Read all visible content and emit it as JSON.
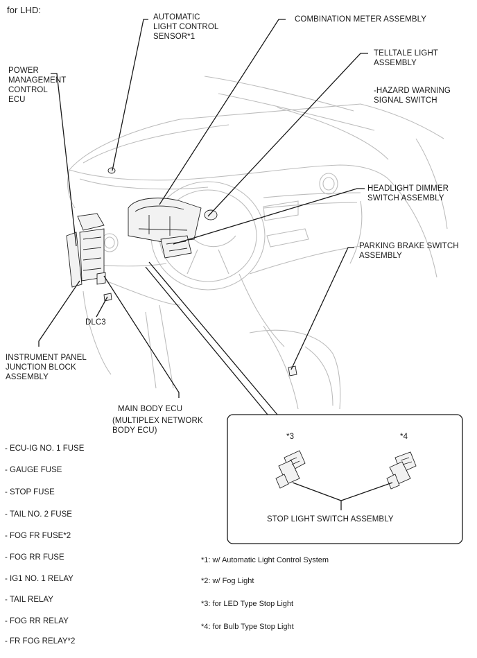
{
  "header": "for LHD:",
  "labels": {
    "auto_light_sensor": [
      "AUTOMATIC",
      "LIGHT CONTROL",
      "SENSOR*1"
    ],
    "combination_meter": [
      "COMBINATION METER ASSEMBLY"
    ],
    "telltale_light": [
      "TELLTALE LIGHT",
      "ASSEMBLY"
    ],
    "hazard_switch": [
      "-HAZARD WARNING",
      "SIGNAL SWITCH"
    ],
    "power_mgmt_ecu": [
      "POWER",
      "MANAGEMENT",
      "CONTROL",
      "ECU"
    ],
    "headlight_dimmer": [
      "HEADLIGHT DIMMER",
      "SWITCH ASSEMBLY"
    ],
    "parking_brake": [
      "PARKING BRAKE SWITCH",
      "ASSEMBLY"
    ],
    "dlc3": [
      "DLC3"
    ],
    "junction_block": [
      "INSTRUMENT PANEL",
      "JUNCTION BLOCK",
      "ASSEMBLY"
    ],
    "main_body_ecu": [
      "MAIN BODY ECU"
    ],
    "multiplex_ecu": [
      "(MULTIPLEX NETWORK",
      "BODY ECU)"
    ]
  },
  "inset": {
    "mark_left": "*3",
    "mark_right": "*4",
    "caption": "STOP LIGHT SWITCH ASSEMBLY"
  },
  "fuse_list": [
    "- ECU-IG NO. 1 FUSE",
    "- GAUGE FUSE",
    "- STOP FUSE",
    "- TAIL NO. 2 FUSE",
    "- FOG FR FUSE*2",
    "- FOG RR FUSE",
    "- IG1 NO. 1 RELAY",
    "- TAIL RELAY",
    "- FOG RR RELAY",
    "- FR FOG RELAY*2"
  ],
  "notes": [
    "*1: w/ Automatic Light Control System",
    "*2: w/ Fog Light",
    "*3: for LED Type Stop Light",
    "*4: for Bulb Type Stop Light"
  ]
}
